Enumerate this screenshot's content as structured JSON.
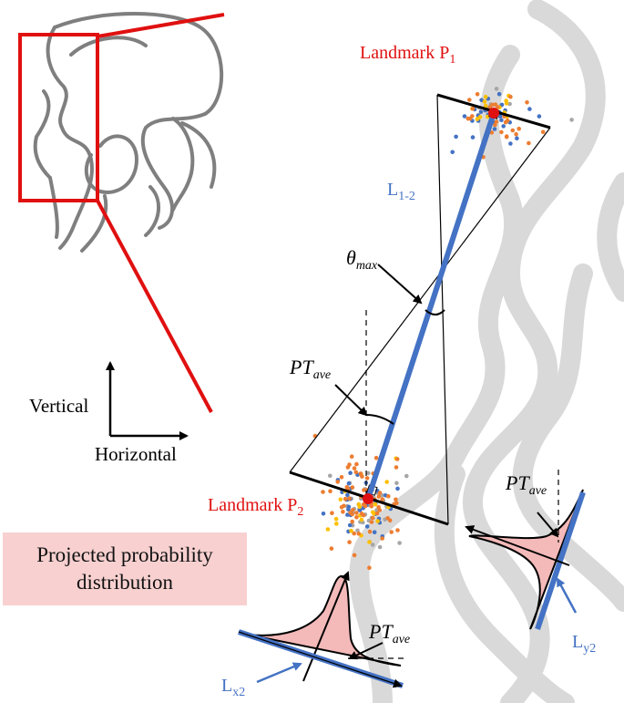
{
  "labels": {
    "landmark_p1": "Landmark P",
    "landmark_p1_sub": "1",
    "landmark_p2": "Landmark P",
    "landmark_p2_sub": "2",
    "l12": "L",
    "l12_sub": "1-2",
    "lx2": "L",
    "lx2_sub": "x2",
    "ly2": "L",
    "ly2_sub": "y2",
    "theta": "θ",
    "theta_sub": "max",
    "pt": "PT",
    "pt_sub": "ave",
    "vertical": "Vertical",
    "horizontal": "Horizontal",
    "legend_line1": "Projected probability",
    "legend_line2": "distribution"
  },
  "colors": {
    "red": "#e01010",
    "blue": "#4472c4",
    "orange": "#ed7d31",
    "gold": "#ffc000",
    "gray": "#a6a6a6",
    "bone": "#d9d9d9",
    "pink": "#f4b9b9",
    "outline": "#7f7f7f"
  }
}
